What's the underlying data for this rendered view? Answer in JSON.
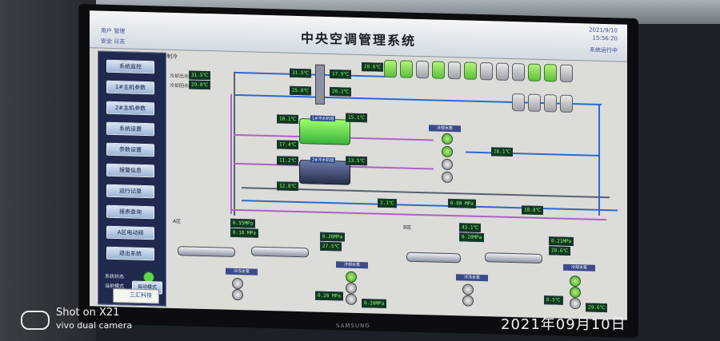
{
  "window": {
    "title": "中央空调管理系统",
    "top_left_1": "用户  管理",
    "top_left_2": "安全  日志",
    "date": "2021/9/10",
    "time": "15:56:20",
    "status": "系统运行中"
  },
  "sidebar": {
    "items": [
      {
        "label": "系统监控"
      },
      {
        "label": "1#主机参数"
      },
      {
        "label": "2#主机参数"
      },
      {
        "label": "系统设置"
      },
      {
        "label": "参数设置"
      },
      {
        "label": "报警信息"
      },
      {
        "label": "运行记录"
      },
      {
        "label": "报表查询"
      },
      {
        "label": "A区电动阀"
      },
      {
        "label": "退出系统"
      }
    ],
    "status_label": "系统状态",
    "mode_label": "当前模式",
    "mode_value": "自动模式",
    "logo": "三汇科技"
  },
  "main": {
    "section": "制冷",
    "supply_label": "冷却出水",
    "return_label": "冷却回水",
    "supply_val": "31.5℃",
    "return_val": "29.8℃",
    "values": [
      "28.6℃",
      "31.5℃",
      "17.9℃",
      "25.0℃",
      "26.2℃",
      "10.1℃",
      "15.1℃",
      "17.4℃",
      "13.5℃",
      "11.2℃",
      "12.8℃",
      "28.1℃",
      "2.1℃",
      "0.08 MPa",
      "0.55MPa",
      "0.10 MPa",
      "0.20MPa",
      "27.5℃",
      "0.20 MPa",
      "0.20MPa",
      "43.1℃",
      "0.20MPa",
      "0.21MPa",
      "28.6℃",
      "0.5℃",
      "29.6℃",
      "18.8℃"
    ],
    "chiller1_label": "1#冷水机组",
    "chiller2_label": "2#冷水机组",
    "zone_a": "A区",
    "zone_b": "B区",
    "pump_label_1": "冷冻水泵",
    "pump_label_2": "冷却水泵"
  },
  "monitor": {
    "brand": "SAMSUNG"
  },
  "photo": {
    "line1": "Shot on X21",
    "line2": "vivo dual camera",
    "date": "2021年09月10日"
  },
  "colors": {
    "pipe_blue": "#2a6ad0",
    "pipe_purple": "#b060c8",
    "pipe_gray": "#5a6070",
    "active": "#5ed84a"
  }
}
